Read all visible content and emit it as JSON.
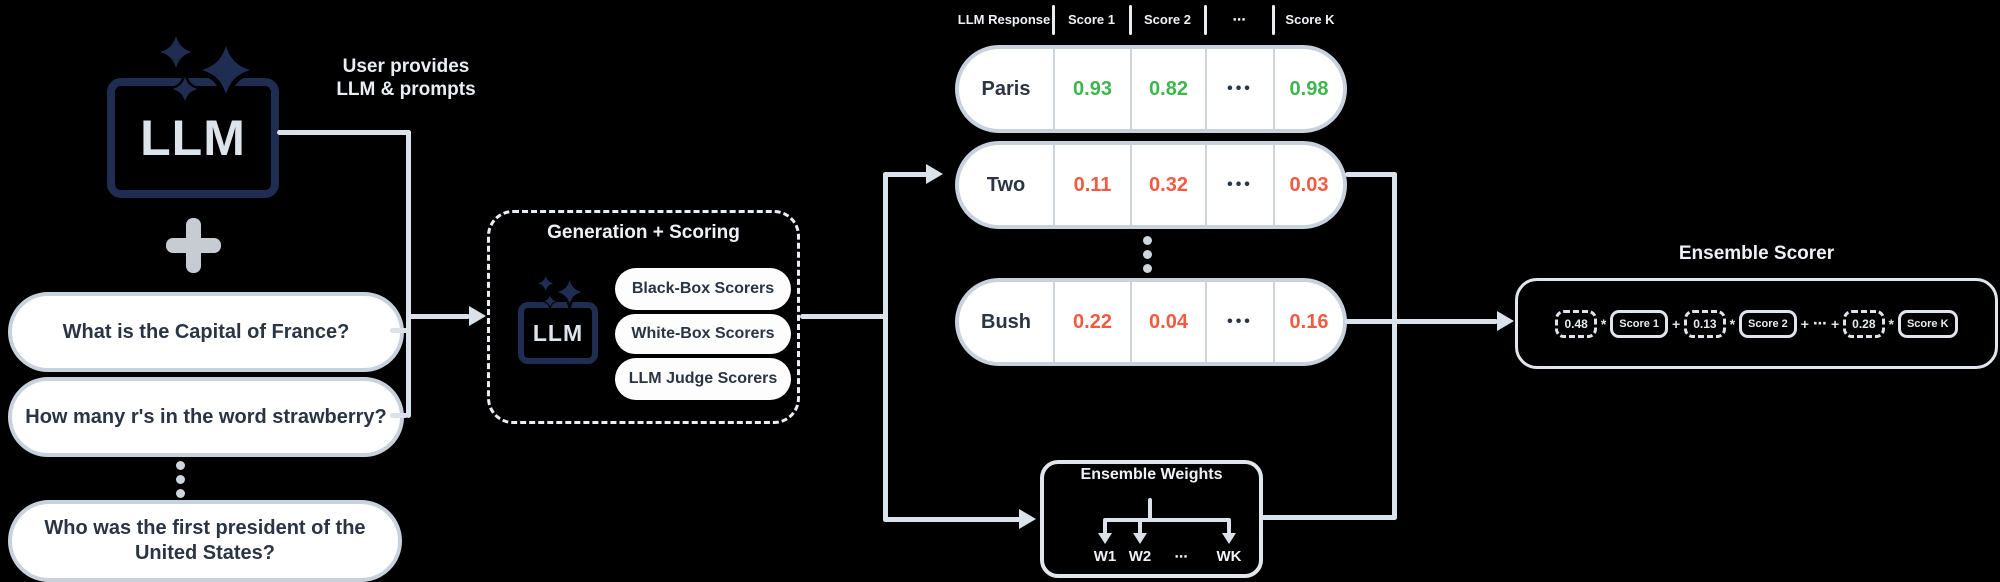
{
  "llm_source": {
    "label": "LLM",
    "annotation": "User provides\nLLM & prompts"
  },
  "icons": {
    "sparkles": "sparkles-icon",
    "combine": "plus-icon"
  },
  "prompts": [
    "What is the Capital of France?",
    "How many r's in the word strawberry?",
    "Who was the first president of the United States?"
  ],
  "generation": {
    "title": "Generation + Scoring",
    "llm_label": "LLM",
    "scorers": [
      "Black-Box Scorers",
      "White-Box Scorers",
      "LLM Judge Scorers"
    ]
  },
  "score_table": {
    "headers": [
      "LLM Response",
      "Score 1",
      "Score 2",
      "⋯",
      "Score K"
    ],
    "rows": [
      {
        "response": "Paris",
        "scores": [
          "0.93",
          "0.82",
          "•••",
          "0.98"
        ],
        "sentiment": "positive"
      },
      {
        "response": "Two",
        "scores": [
          "0.11",
          "0.32",
          "•••",
          "0.03"
        ],
        "sentiment": "negative"
      },
      {
        "response": "Bush",
        "scores": [
          "0.22",
          "0.04",
          "•••",
          "0.16"
        ],
        "sentiment": "negative"
      }
    ]
  },
  "ensemble_weights": {
    "title": "Ensemble Weights",
    "labels": [
      "W1",
      "W2",
      "⋯",
      "WK"
    ]
  },
  "ensemble_scorer": {
    "title": "Ensemble Scorer",
    "weights": [
      "0.48",
      "0.13",
      "0.28"
    ],
    "scores": [
      "Score 1",
      "Score 2",
      "Score K"
    ],
    "times": "*",
    "plus": "+",
    "ellipsis": "⋯"
  },
  "colors": {
    "positive": "#3fb54d",
    "negative": "#f25b41",
    "navy": "#1e2d51",
    "line": "#dbe2e9",
    "pill_border": "#c9d2dc",
    "dark_text": "#2b3442",
    "light_text": "#eef2f7"
  }
}
